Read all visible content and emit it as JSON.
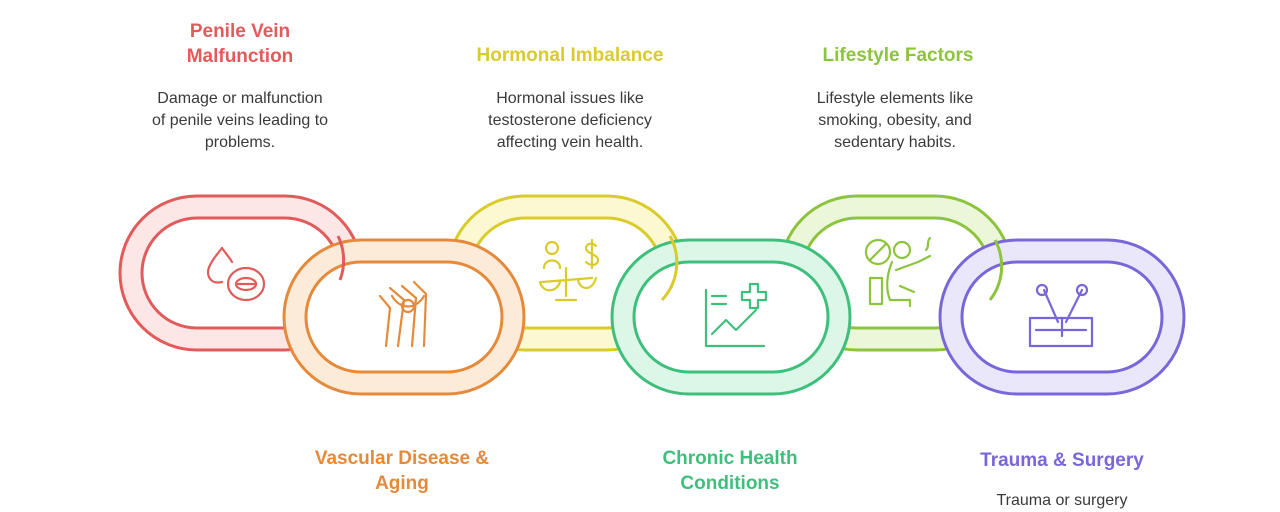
{
  "colors": {
    "red": "#e25b5b",
    "orange": "#e58a3a",
    "yellow": "#d9cc2a",
    "green": "#3fbf7c",
    "lime": "#8dc43d",
    "purple": "#7b66d9"
  },
  "factors": [
    {
      "id": "penile-vein-malfunction",
      "title": "Penile Vein\nMalfunction",
      "description": "Damage or malfunction\nof penile veins leading to\nproblems.",
      "icon": "blood-drop-cell-icon",
      "color": "#e25b5b"
    },
    {
      "id": "vascular-disease-aging",
      "title": "Vascular Disease &\nAging",
      "description": "",
      "icon": "knee-joint-icon",
      "color": "#e58a3a"
    },
    {
      "id": "hormonal-imbalance",
      "title": "Hormonal Imbalance",
      "description": "Hormonal issues like\ntestosterone deficiency\naffecting vein health.",
      "icon": "balance-scale-icon",
      "color": "#d9cc2a"
    },
    {
      "id": "chronic-health-conditions",
      "title": "Chronic Health\nConditions",
      "description": "",
      "icon": "health-chart-icon",
      "color": "#3fbf7c"
    },
    {
      "id": "lifestyle-factors",
      "title": "Lifestyle Factors",
      "description": "Lifestyle elements like\nsmoking, obesity, and\nsedentary habits.",
      "icon": "smoking-person-icon",
      "color": "#8dc43d"
    },
    {
      "id": "trauma-surgery",
      "title": "Trauma & Surgery",
      "description": "Trauma or surgery",
      "icon": "surgical-tools-icon",
      "color": "#7b66d9"
    }
  ]
}
